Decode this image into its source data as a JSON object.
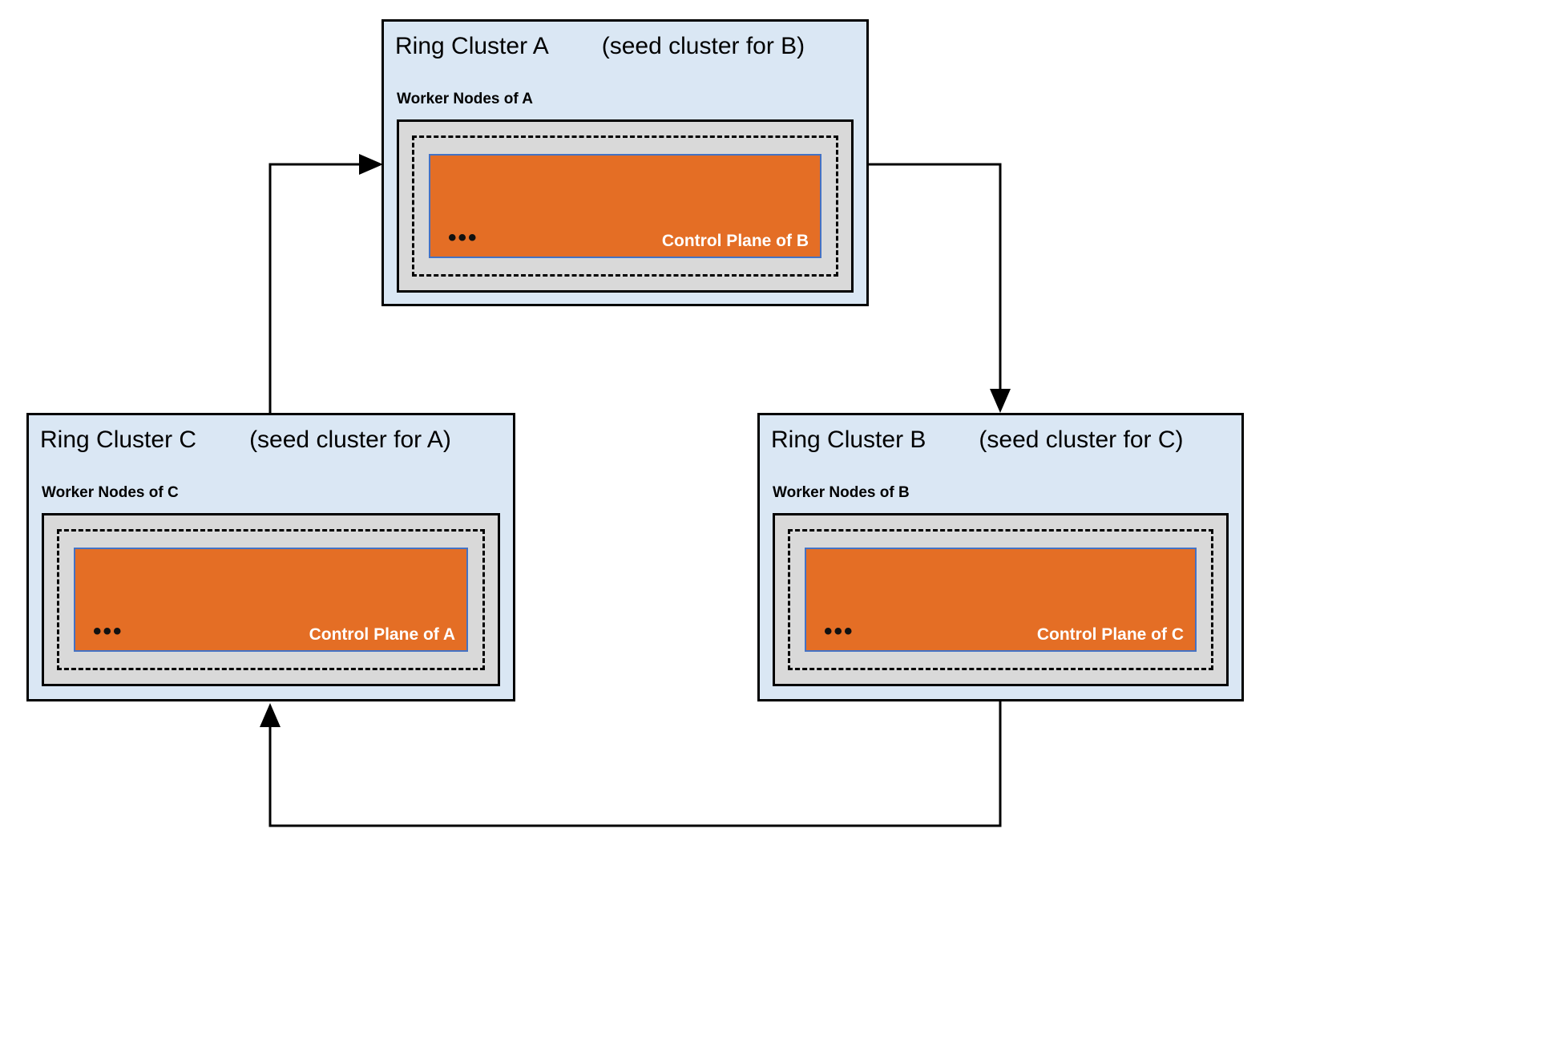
{
  "clusters": [
    {
      "id": "A",
      "title": "Ring Cluster A",
      "subtitle": "(seed cluster for B)",
      "worker_label": "Worker Nodes of A",
      "control_plane_label": "Control Plane of B",
      "dots": "•••"
    },
    {
      "id": "B",
      "title": "Ring Cluster B",
      "subtitle": "(seed cluster for C)",
      "worker_label": "Worker Nodes of B",
      "control_plane_label": "Control Plane of C",
      "dots": "•••"
    },
    {
      "id": "C",
      "title": "Ring Cluster C",
      "subtitle": "(seed cluster for A)",
      "worker_label": "Worker Nodes of C",
      "control_plane_label": "Control Plane of A",
      "dots": "•••"
    }
  ],
  "arrows": [
    {
      "from": "A",
      "to": "B"
    },
    {
      "from": "B",
      "to": "C"
    },
    {
      "from": "C",
      "to": "A"
    }
  ],
  "colors": {
    "cluster_background": "#dae7f4",
    "worker_box_background": "#d9d9d9",
    "control_plane_background": "#e46e25",
    "control_plane_border": "#4472c4",
    "outline": "#000000",
    "control_plane_text": "#ffffff"
  }
}
